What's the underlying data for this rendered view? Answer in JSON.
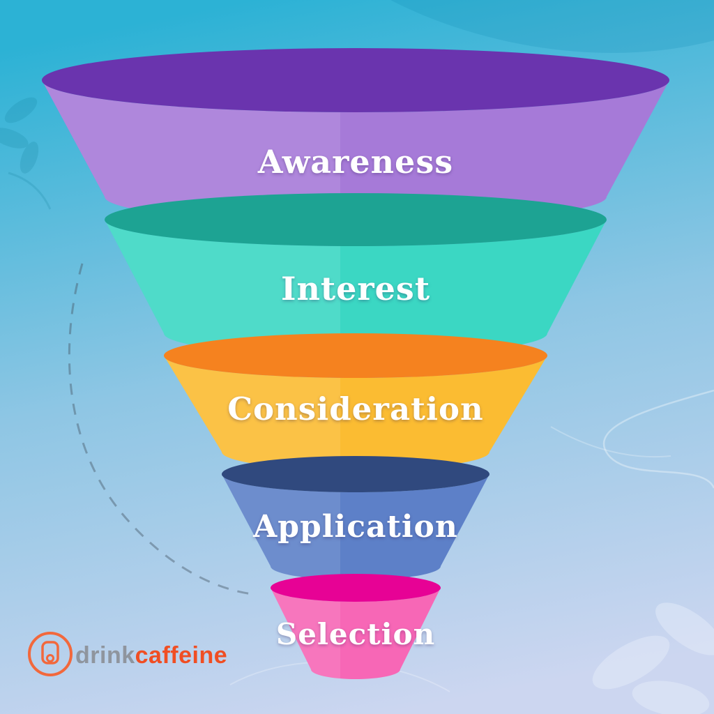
{
  "funnel": {
    "stages": [
      {
        "label": "Awareness",
        "top_color": "#6a34ae",
        "body_color": "#a67ad8"
      },
      {
        "label": "Interest",
        "top_color": "#1da393",
        "body_color": "#3bd7c3"
      },
      {
        "label": "Consideration",
        "top_color": "#f5821f",
        "body_color": "#fbbc32"
      },
      {
        "label": "Application",
        "top_color": "#30497e",
        "body_color": "#5d80c8"
      },
      {
        "label": "Selection",
        "top_color": "#e70295",
        "body_color": "#f767b6"
      }
    ]
  },
  "logo": {
    "brand_gray": "drink",
    "brand_orange": "caffeine",
    "icon": "coffee-cup-icon",
    "circle_color": "#f2683c",
    "text_gray_color": "#8f959e",
    "text_orange_color": "#f04e23"
  },
  "background": {
    "top_color": "#2cb2d5",
    "mid_color": "#8ec6e4",
    "bottom_color": "#ccd6f0"
  }
}
